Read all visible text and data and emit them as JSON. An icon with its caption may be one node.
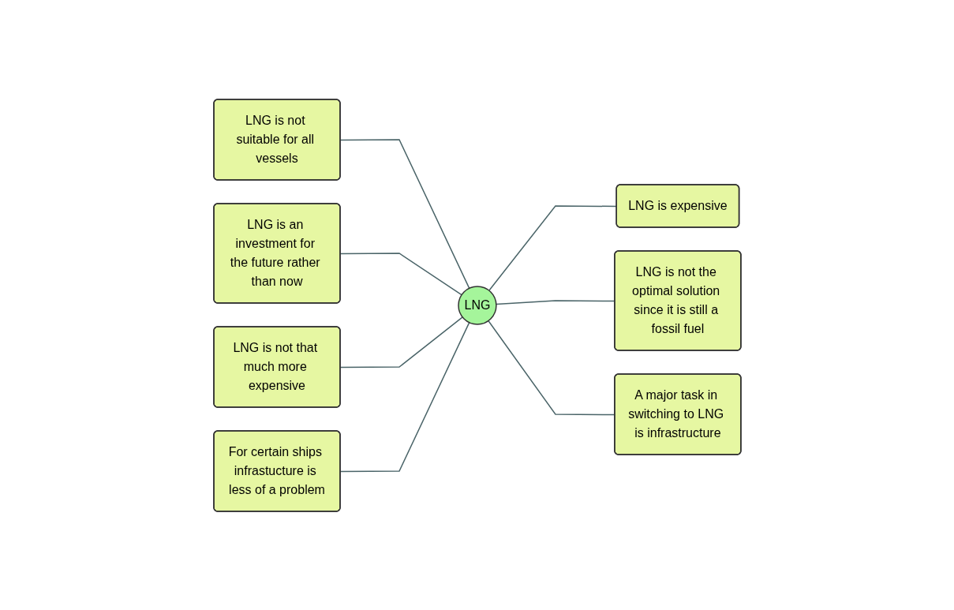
{
  "diagram": {
    "nodes": [
      {
        "text": [
          "LNG is not suitable for all vessels"
        ]
      },
      {
        "text": [
          "LNG is an investment for the future rather than now"
        ]
      },
      {
        "text": [
          "LNG is not that much more expensive"
        ]
      },
      {
        "text": [
          "For certain ships infrastucture is less of a problem"
        ]
      },
      {
        "text": [
          "LNG"
        ]
      },
      {
        "text": [
          "LNG is expensive"
        ]
      },
      {
        "text": [
          "LNG is not the optimal solution since it is still a fossil fuel"
        ]
      },
      {
        "text": [
          "A major task in switching to LNG is infrastructure"
        ]
      }
    ],
    "edges": [
      {
        "from": 0,
        "to": 4,
        "arrow": "none"
      },
      {
        "from": 1,
        "to": 4,
        "arrow": "none"
      },
      {
        "from": 2,
        "to": 4,
        "arrow": "none"
      },
      {
        "from": 3,
        "to": 4,
        "arrow": "none"
      },
      {
        "from": 4,
        "to": 5,
        "arrow": "none"
      },
      {
        "from": 4,
        "to": 6,
        "arrow": "none"
      },
      {
        "from": 4,
        "to": 7,
        "arrow": "none"
      }
    ]
  }
}
